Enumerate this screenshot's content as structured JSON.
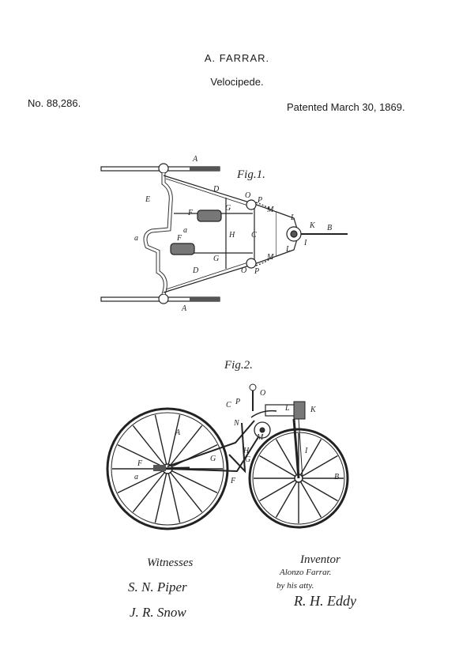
{
  "header": {
    "inventor_name": "A. FARRAR.",
    "title": "Velocipede.",
    "patent_no": "No. 88,286.",
    "patent_date": "Patented March 30, 1869."
  },
  "figures": {
    "fig1_label": "Fig.1.",
    "fig2_label": "Fig.2."
  },
  "fig1_labels": {
    "A_top": "A",
    "A_bottom": "A",
    "B": "B",
    "C": "C",
    "D_top": "D",
    "D_bottom": "D",
    "E": "E",
    "F_top": "F",
    "F_bottom": "F",
    "G_top": "G",
    "G_bottom": "G",
    "H": "H",
    "I": "I",
    "K": "K",
    "L_top": "L",
    "L_bottom": "L",
    "M_top": "M",
    "M_bottom": "M",
    "O_top": "O",
    "O_bottom": "O",
    "P_top": "P",
    "P_bottom": "P",
    "a_upper": "a",
    "a_left": "a"
  },
  "fig2_labels": {
    "A": "A",
    "B": "B",
    "C": "C",
    "P": "P",
    "O": "O",
    "L": "L",
    "K": "K",
    "N": "N",
    "M": "M",
    "I": "I",
    "G_left": "G",
    "G_right": "G",
    "H": "H",
    "F_left": "F",
    "F_lower": "F",
    "a": "a"
  },
  "signatures": {
    "witnesses_label": "Witnesses",
    "witness_1": "S. N. Piper",
    "witness_2": "J. R. Snow",
    "inventor_label": "Inventor",
    "inventor_sig": "Alonzo Farrar.",
    "by_attorney": "by his atty.",
    "attorney_sig": "R. H. Eddy"
  }
}
